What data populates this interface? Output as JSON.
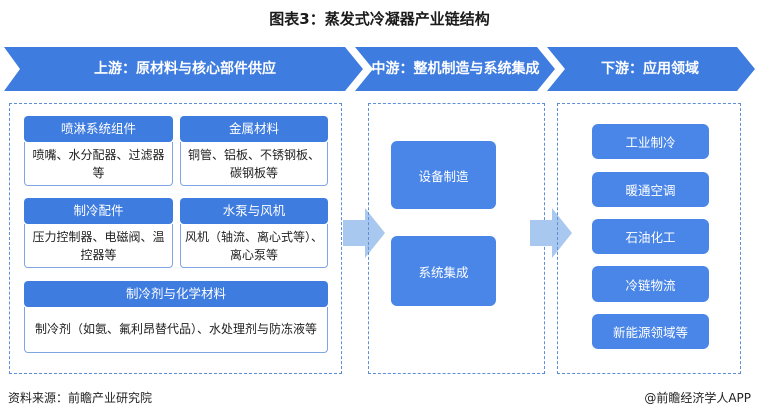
{
  "title": "图表3：蒸发式冷凝器产业链结构",
  "stages": {
    "upstream": "上游：原材料与核心部件供应",
    "midstream": "中游：整机制造与系统集成",
    "downstream": "下游：应用领域"
  },
  "upstream_categories": [
    {
      "head": "喷淋系统组件",
      "body": "喷嘴、水分配器、过滤器等"
    },
    {
      "head": "金属材料",
      "body": "铜管、铝板、不锈钢板、碳钢板等"
    },
    {
      "head": "制冷配件",
      "body": "压力控制器、电磁阀、温控器等"
    },
    {
      "head": "水泵与风机",
      "body": "风机（轴流、离心式等）、离心泵等"
    },
    {
      "head": "制冷剂与化学材料",
      "body": "制冷剂（如氨、氟利昂替代品）、水处理剂与防冻液等"
    }
  ],
  "midstream_items": [
    "设备制造",
    "系统集成"
  ],
  "downstream_items": [
    "工业制冷",
    "暖通空调",
    "石油化工",
    "冷链物流",
    "新能源领域等"
  ],
  "footer": {
    "source": "资料来源：前瞻产业研究院",
    "brand": "@前瞻经济学人APP"
  },
  "colors": {
    "banner": "#3f7ce0",
    "card": "#4a86e8",
    "dashed_border": "#5e8fd6",
    "flow_arrow": "#a9c8ef"
  }
}
